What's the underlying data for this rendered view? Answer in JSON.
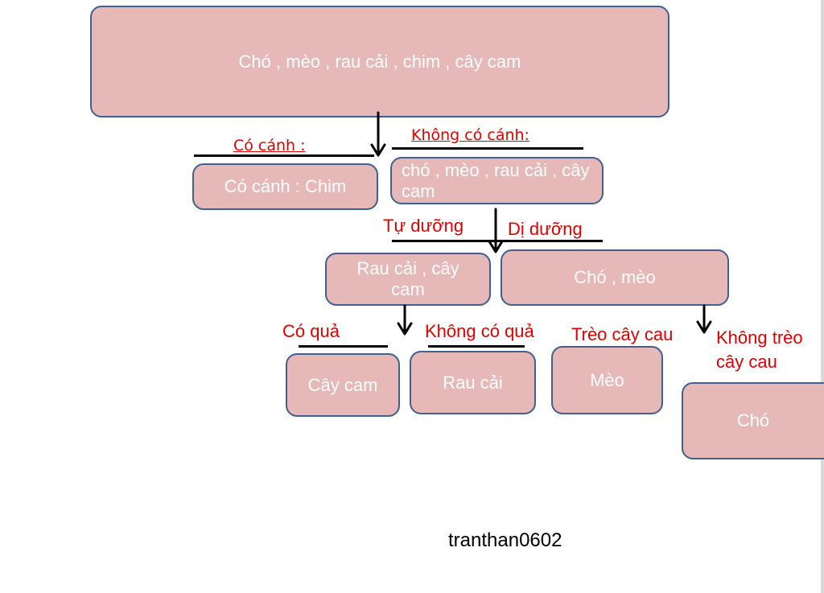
{
  "root": {
    "text": "Chó , mèo , rau cải , chim , cây cam"
  },
  "level1": {
    "left_label": "Có cánh :",
    "left_box": "Có cánh : Chim",
    "right_label": "Không có cánh:",
    "right_box": "chó , mèo , rau cải , cây cam"
  },
  "level2": {
    "left_label": "Tự dưỡng",
    "left_box": "Rau cải , cây cam",
    "right_label": "Dị dưỡng",
    "right_box": "Chó , mèo"
  },
  "level3": {
    "label_1": "Có quả",
    "box_1": "Cây cam",
    "label_2": "Không có quả",
    "box_2": "Rau cải",
    "label_3": "Trèo cây cau",
    "box_3": "Mèo",
    "label_4": "Không trèo cây cau",
    "box_4": "Chó"
  },
  "credit": "tranthan0602",
  "colors": {
    "box_fill": "#e6b8b7",
    "box_border": "#3f6090",
    "label_red": "#e00000"
  }
}
